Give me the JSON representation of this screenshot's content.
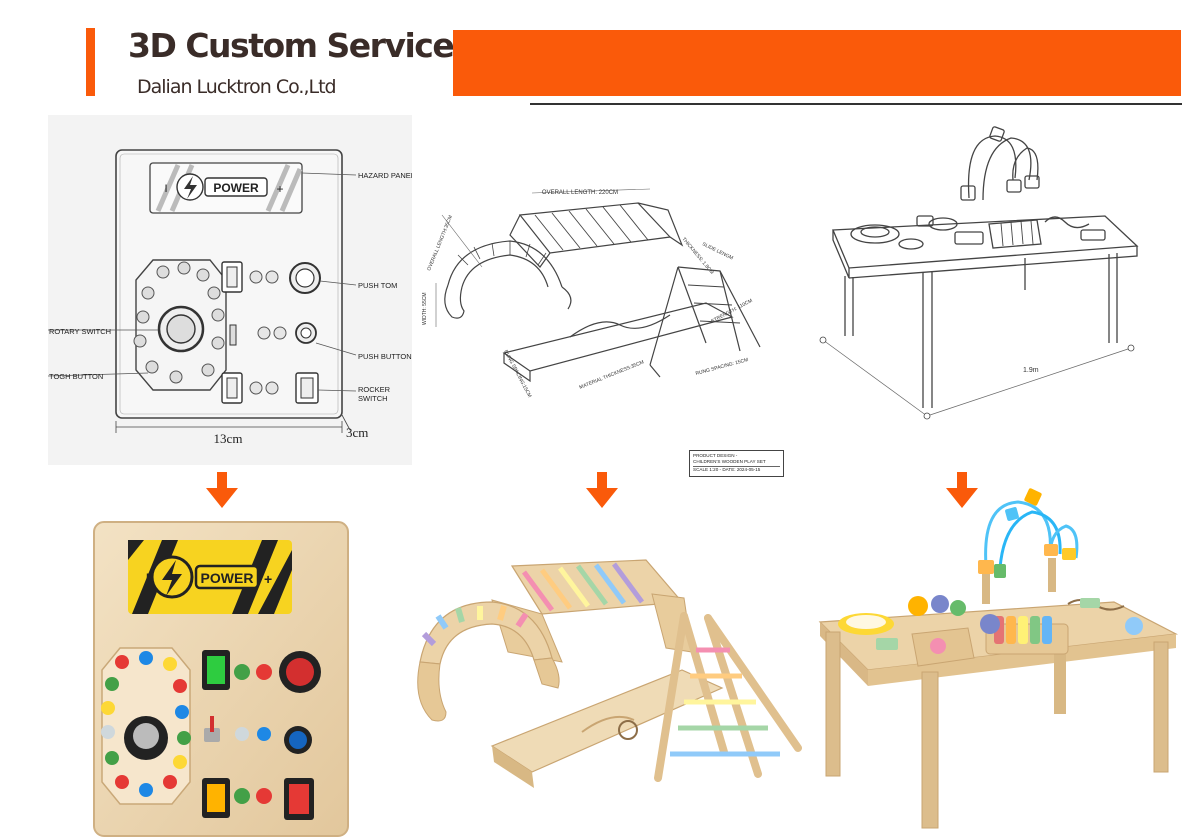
{
  "header": {
    "title": "3D Custom Service",
    "company": "Dalian Lucktron Co.,Ltd"
  },
  "colors": {
    "accent": "#fa5a0a",
    "text_dark": "#3a2c28",
    "sketch_bg": "#f4f4f4",
    "wood": "#e8cfa4"
  },
  "busy_board_sketch": {
    "power_label": "POWER",
    "labels": {
      "hazard_panel": "HAZARD PANEL",
      "push_tom": "PUSH TOM",
      "rotary_switch": "ROTARY SWITCH",
      "push_button": "PUSH BUTTON",
      "togh_button": "TOGH BUTTON",
      "rocker_switch_1": "ROCKER",
      "rocker_switch_2": "SWITCH"
    },
    "width_label": "13cm",
    "depth_label": "3cm"
  },
  "play_set_sketch": {
    "labels": {
      "overall_length": "OVERALL LENGTH: 220CM",
      "overall_length_side": "OVERALL LENGTH:35CM",
      "slide_length": "SLIDE LENGM",
      "thickness": "THICKNESS: 1.8CM",
      "strength": "STRENGTH: 110CM",
      "rung_spacing": "RUNG SPACING: 15CM",
      "material": "MATERIAL THICKNESS:35CM",
      "rung_spacing_side": "RUNG SPACING:15CM",
      "width": "WIDTH: 55CM"
    },
    "stamp": {
      "line1": "PRODUCT DESIGN -",
      "line2": "CHILDREN'S WOODEN PLAY SET",
      "line3": "SCALE 1:20    - DATE: 2024-05-15"
    }
  },
  "activity_table_sketch": {
    "dimension_label": "1.9m"
  },
  "busy_board_photo": {
    "power_label": "POWER"
  }
}
